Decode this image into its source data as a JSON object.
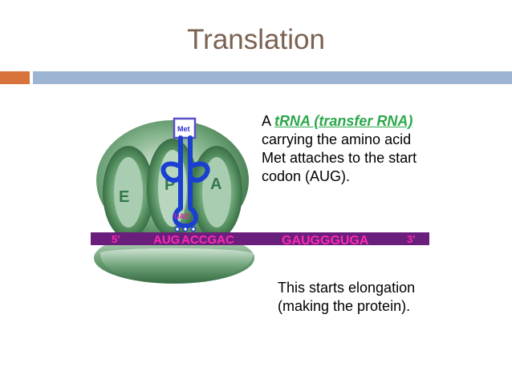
{
  "slide": {
    "title": "Translation"
  },
  "diagram": {
    "amino_acid_label": "Met",
    "site_labels": [
      "E",
      "P",
      "A"
    ],
    "anticodon_label": "UAC",
    "mrna_5_label": "5'",
    "mrna_3_label": "3'",
    "mrna_start_codon": "AUG",
    "mrna_hidden_segment": "ACCGAC",
    "mrna_rest": "GAUGGGUGA"
  },
  "body": {
    "prefix": "A ",
    "trna_term": "tRNA (transfer RNA)",
    "line2": "carrying the amino acid",
    "line3": "Met attaches to the start",
    "line4": "codon (AUG).",
    "note_line1": "This starts elongation",
    "note_line2": "(making the protein)."
  },
  "colors": {
    "title": "#7a6152",
    "accent_orange": "#d9733c",
    "accent_blue": "#9db5d2",
    "ribosome_green": "#5f9a6a",
    "trna_blue": "#1a3fd1",
    "mrna_purple": "#6b1f7d",
    "mrna_text": "#ff2ab0",
    "term_green": "#2ba84a"
  }
}
